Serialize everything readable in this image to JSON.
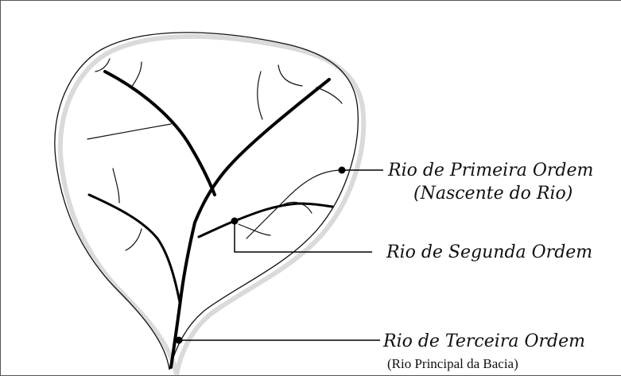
{
  "labels": {
    "first_order_line1": "Rio de Primeira Ordem",
    "first_order_line2": "(Nascente do Rio)",
    "second_order": "Rio de Segunda Ordem",
    "third_order_line1": "Rio de Terceira Ordem",
    "third_order_line2": "(Rio Principal da Bacia)"
  }
}
